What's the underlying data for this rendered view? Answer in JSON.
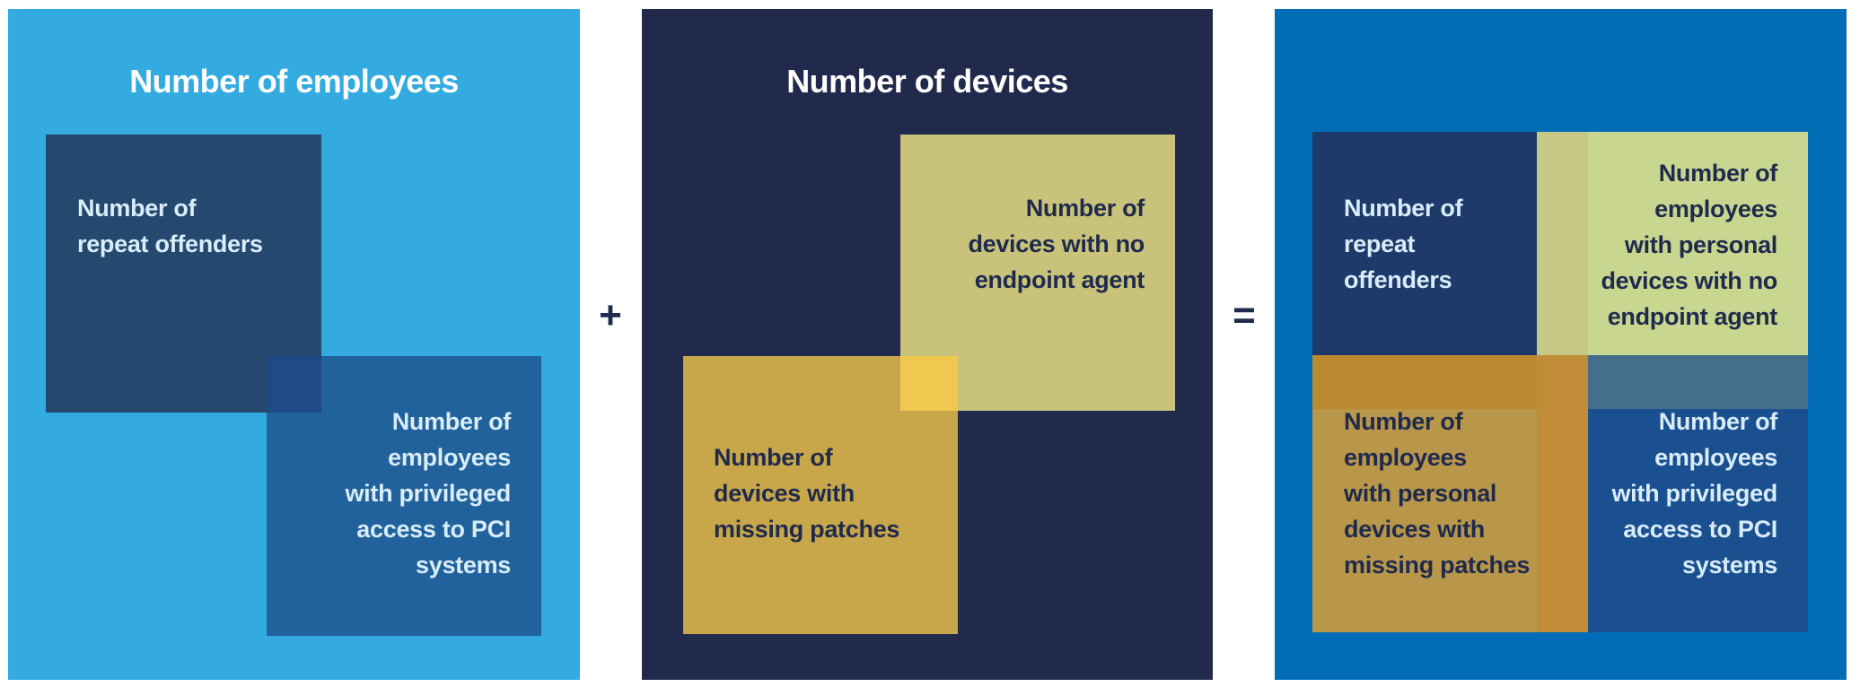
{
  "panels": {
    "employees": {
      "title": "Number of employees",
      "boxes": {
        "repeat_offenders": [
          "Number of",
          "repeat offenders"
        ],
        "privileged": [
          "Number of",
          "employees",
          "with privileged",
          "access to PCI",
          "systems"
        ]
      }
    },
    "devices": {
      "title": "Number of devices",
      "boxes": {
        "no_endpoint": [
          "Number of",
          "devices with no",
          "endpoint agent"
        ],
        "missing_patches": [
          "Number of",
          "devices with",
          "missing patches"
        ]
      }
    },
    "result": {
      "boxes": {
        "repeat_offenders": [
          "Number of",
          "repeat",
          "offenders"
        ],
        "personal_no_endpoint": [
          "Number of",
          "employees",
          "with personal",
          "devices with no",
          "endpoint agent"
        ],
        "personal_missing_patches": [
          "Number of",
          "employees",
          "with personal",
          "devices with",
          "missing patches"
        ],
        "privileged": [
          "Number of",
          "employees",
          "with privileged",
          "access to PCI",
          "systems"
        ]
      }
    }
  },
  "operators": {
    "plus": "+",
    "equals": "="
  },
  "colors": {
    "employees_bg": "#33abe1",
    "devices_bg": "#212a4d",
    "result_bg": "#006db6",
    "navy_box": "#25486f",
    "blue_box": "#21629c",
    "khaki_box": "#c8c27a",
    "gold_box": "#c8a64a"
  }
}
